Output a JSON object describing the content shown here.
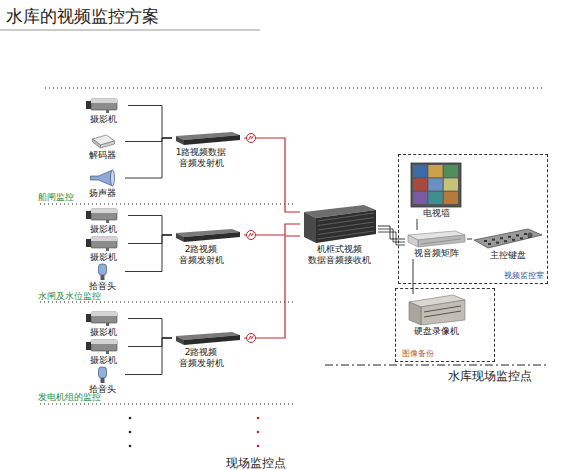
{
  "diagram": {
    "title": "水库的视频监控方案",
    "nodes": [
      {
        "text": [
          "摄影机"
        ]
      },
      {
        "text": [
          "解码器"
        ]
      },
      {
        "text": [
          "扬声器"
        ]
      },
      {
        "text": [
          "1路视频数据 音频发射机"
        ]
      },
      {
        "text": [
          "摄影机"
        ]
      },
      {
        "text": [
          "摄影机"
        ]
      },
      {
        "text": [
          "拾音头"
        ]
      },
      {
        "text": [
          "2路视频 音频发射机"
        ]
      },
      {
        "text": [
          "摄影机"
        ]
      },
      {
        "text": [
          "摄影机"
        ]
      },
      {
        "text": [
          "拾音头"
        ]
      },
      {
        "text": [
          "2路视频 音频发射机"
        ]
      },
      {
        "text": [
          "机框式视频 数据音频接收机"
        ]
      },
      {
        "text": [
          "视频监控室"
        ]
      },
      {
        "text": [
          "电视墙"
        ],
        "in": 13
      },
      {
        "text": [
          "视音频矩阵"
        ],
        "in": 13
      },
      {
        "text": [
          "主控键盘"
        ],
        "in": 13
      },
      {
        "text": [
          "图像备份"
        ]
      },
      {
        "text": [
          "硬盘录像机"
        ],
        "in": 17
      }
    ],
    "edges": [
      {
        "from": 0,
        "to": 3,
        "arrow": "none"
      },
      {
        "from": 1,
        "to": 3,
        "arrow": "none"
      },
      {
        "from": 2,
        "to": 3,
        "arrow": "none"
      },
      {
        "from": 4,
        "to": 7,
        "arrow": "none"
      },
      {
        "from": 5,
        "to": 7,
        "arrow": "none"
      },
      {
        "from": 6,
        "to": 7,
        "arrow": "none"
      },
      {
        "from": 8,
        "to": 11,
        "arrow": "none"
      },
      {
        "from": 9,
        "to": 11,
        "arrow": "none"
      },
      {
        "from": 10,
        "to": 11,
        "arrow": "none"
      },
      {
        "from": 3,
        "to": 12,
        "arrow": "none"
      },
      {
        "from": 7,
        "to": 12,
        "arrow": "none"
      },
      {
        "from": 11,
        "to": 12,
        "arrow": "none"
      },
      {
        "from": 12,
        "to": 15,
        "arrow": "none"
      },
      {
        "from": 15,
        "to": 14,
        "arrow": "none"
      },
      {
        "from": 15,
        "to": 16,
        "arrow": "none"
      },
      {
        "from": 15,
        "to": 18,
        "arrow": "none"
      }
    ],
    "labels": [
      "船闸监控",
      "水闸及水位监控",
      "发电机组的监控",
      "水库现场监控点",
      "现场监控点"
    ]
  }
}
